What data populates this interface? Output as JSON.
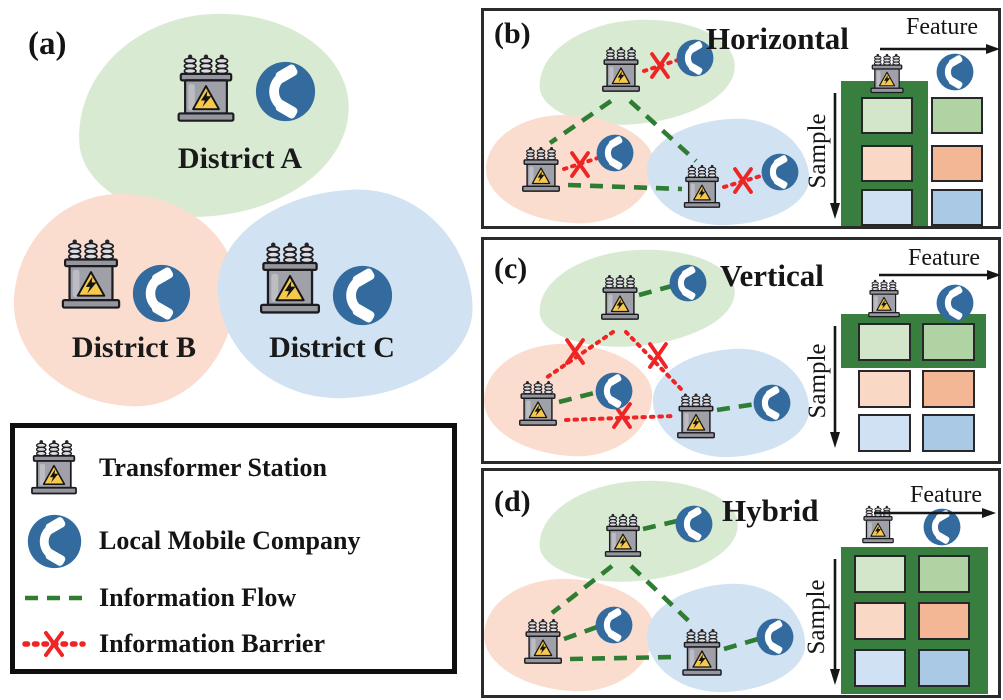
{
  "figure": {
    "panel_a": {
      "label": "(a)",
      "districts": [
        {
          "name": "District A",
          "color": "#d9ead2"
        },
        {
          "name": "District B",
          "color": "#fbddd0"
        },
        {
          "name": "District C",
          "color": "#d1e2f2"
        }
      ]
    },
    "legend": {
      "items": [
        {
          "icon": "transformer-station-icon",
          "label": "Transformer Station"
        },
        {
          "icon": "local-mobile-company-icon",
          "label": "Local Mobile Company"
        },
        {
          "icon": "information-flow-line",
          "label": "Information Flow"
        },
        {
          "icon": "information-barrier-line",
          "label": "Information Barrier"
        }
      ]
    },
    "panels": [
      {
        "label": "(b)",
        "title": "Horizontal",
        "feature_label": "Feature",
        "sample_label": "Sample",
        "highlight": "column",
        "matrix_cells": [
          "#d3e6ca",
          "#afd3a3",
          "#f9d9c5",
          "#f3b795",
          "#d0e1f3",
          "#a9c9e5"
        ]
      },
      {
        "label": "(c)",
        "title": "Vertical",
        "feature_label": "Feature",
        "sample_label": "Sample",
        "highlight": "row",
        "matrix_cells": [
          "#d3e6ca",
          "#afd3a3",
          "#f9d9c5",
          "#f3b795",
          "#d0e1f3",
          "#a9c9e5"
        ]
      },
      {
        "label": "(d)",
        "title": "Hybrid",
        "feature_label": "Feature",
        "sample_label": "Sample",
        "highlight": "all",
        "matrix_cells": [
          "#d3e6ca",
          "#afd3a3",
          "#f9d9c5",
          "#f3b795",
          "#d0e1f3",
          "#a9c9e5"
        ]
      }
    ],
    "colors": {
      "district_a": "#d9ead2",
      "district_b": "#fbddd0",
      "district_c": "#d1e2f2",
      "information_flow": "#2e7d33",
      "information_barrier": "#ee2524",
      "matrix_highlight": "#377e3f",
      "phone_blue": "#336b9e",
      "transformer_gray": "#a0a0a8",
      "warning_yellow": "#f6c94d"
    }
  }
}
